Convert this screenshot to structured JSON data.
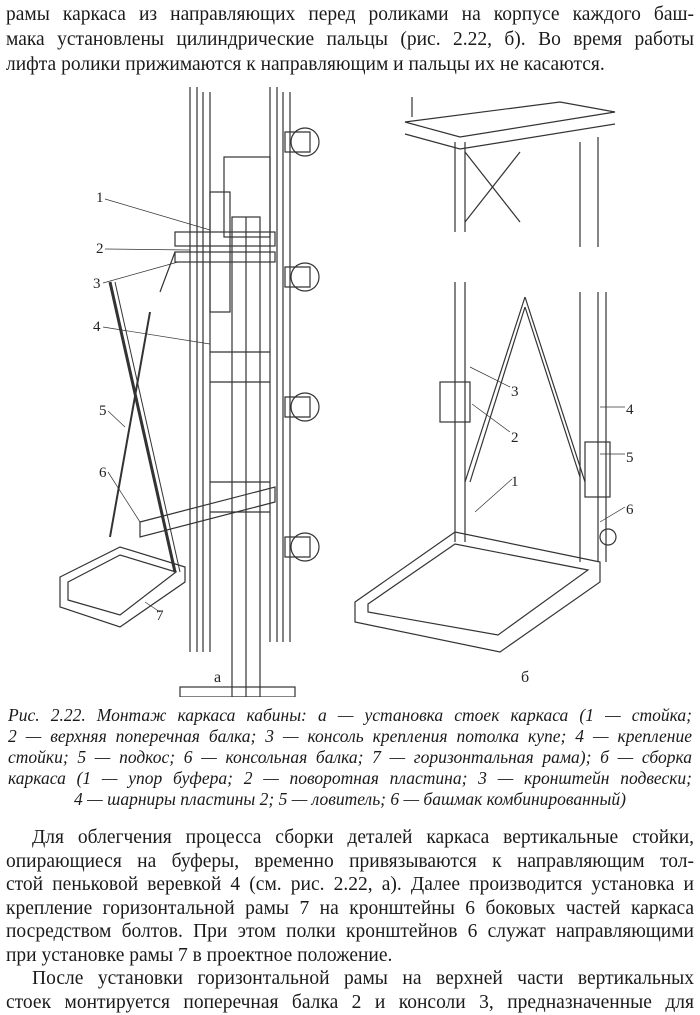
{
  "top_paragraph": {
    "lines": [
      "рамы каркаса из направляющих перед роликами на корпусе каждого баш-",
      "мака установлены цилиндрические пальцы (рис. 2.22, б). Во время работы",
      "лифта ролики прижимаются к направляющим и пальцы их не касаются."
    ]
  },
  "figure": {
    "a": {
      "sublabel": "а",
      "callouts": [
        "1",
        "2",
        "3",
        "4",
        "5",
        "6",
        "7"
      ]
    },
    "b": {
      "sublabel": "б",
      "callouts": [
        "1",
        "2",
        "3",
        "4",
        "5",
        "6"
      ]
    }
  },
  "caption": {
    "lines": [
      "Рис. 2.22. Монтаж каркаса кабины: а — установка стоек каркаса (1 — стойка;",
      "2 — верхняя поперечная балка; 3 — консоль крепления потолка купе; 4 — крепление",
      "стойки; 5 — подкос; 6 — консольная балка; 7 — горизонтальная рама); б — сборка",
      "каркаса (1 — упор буфера; 2 — поворотная пластина; 3 — кронштейн подвески;",
      "4 — шарниры пластины 2; 5 — ловитель; 6 — башмак комбинированный)"
    ]
  },
  "body": {
    "paragraph1": [
      "Для облегчения процесса сборки деталей каркаса вертикальные стойки,",
      "опирающиеся на буферы, временно привязываются к направляющим тол-",
      "стой пеньковой веревкой 4 (см. рис. 2.22, а). Далее производится установка и",
      "крепление горизонтальной рамы 7 на кронштейны 6 боковых частей каркаса",
      "посредством болтов. При этом полки кронштейнов 6 служат направляющими",
      "при установке рамы 7 в проектное положение."
    ],
    "paragraph2": [
      "После установки горизонтальной рамы на верхней части вертикальных",
      "стоек монтируется поперечная балка 2 и консоли 3, предназначенные для"
    ]
  }
}
